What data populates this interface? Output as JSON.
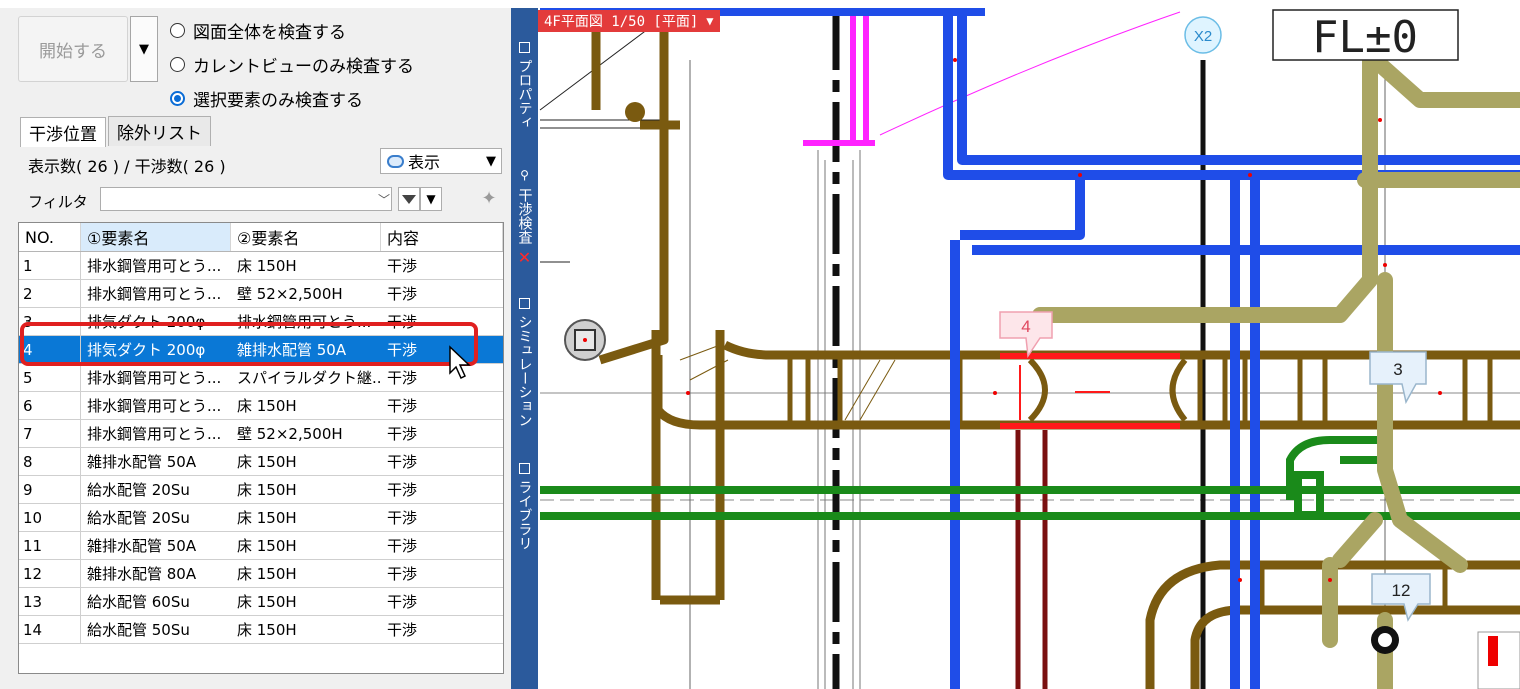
{
  "left_panel": {
    "start_button": "開始する",
    "radio_options": [
      {
        "label": "図面全体を検査する",
        "selected": false
      },
      {
        "label": "カレントビューのみ検査する",
        "selected": false
      },
      {
        "label": "選択要素のみ検査する",
        "selected": true
      }
    ],
    "tabs": [
      "干渉位置",
      "除外リスト"
    ],
    "count_label": "表示数( 26 ) / 干渉数( 26 )",
    "show_select_value": "表示",
    "filter_label": "フィルタ",
    "filter_value": "",
    "table": {
      "headers": [
        "NO.",
        "①要素名",
        "②要素名",
        "内容"
      ],
      "rows": [
        [
          "1",
          "排水鋼管用可とう...",
          "床 150H",
          "干渉"
        ],
        [
          "2",
          "排水鋼管用可とう...",
          "壁 52×2,500H",
          "干渉"
        ],
        [
          "3",
          "排気ダクト 200φ",
          "排水鋼管用可とう...",
          "干渉"
        ],
        [
          "4",
          "排気ダクト 200φ",
          "雑排水配管 50A",
          "干渉"
        ],
        [
          "5",
          "排水鋼管用可とう...",
          "スパイラルダクト継...",
          "干渉"
        ],
        [
          "6",
          "排水鋼管用可とう...",
          "床 150H",
          "干渉"
        ],
        [
          "7",
          "排水鋼管用可とう...",
          "壁 52×2,500H",
          "干渉"
        ],
        [
          "8",
          "雑排水配管 50A",
          "床 150H",
          "干渉"
        ],
        [
          "9",
          "給水配管 20Su",
          "床 150H",
          "干渉"
        ],
        [
          "10",
          "給水配管 20Su",
          "床 150H",
          "干渉"
        ],
        [
          "11",
          "雑排水配管 50A",
          "床 150H",
          "干渉"
        ],
        [
          "12",
          "雑排水配管 80A",
          "床 150H",
          "干渉"
        ],
        [
          "13",
          "給水配管 60Su",
          "床 150H",
          "干渉"
        ],
        [
          "14",
          "給水配管 50Su",
          "床 150H",
          "干渉"
        ]
      ],
      "selected_row": 4
    }
  },
  "side_tabs": [
    "プロパティ",
    "干渉検査",
    "シミュレーション",
    "ライブラリ"
  ],
  "drawing": {
    "view_label": "4F平面図 1/50 [平面]",
    "grid_label": "X2",
    "floor_label": "FL±0",
    "markers": [
      "4",
      "3",
      "12"
    ]
  },
  "colors": {
    "selection_blue": "#0a78d6",
    "highlight_red": "#e02020",
    "strip_blue": "#2b5a9c",
    "duct_brown": "#7a5a10",
    "pipe_blue": "#1f4de8",
    "pipe_green": "#1a8a1a",
    "pipe_olive": "#aaa563",
    "pipe_magenta": "#ff22ff",
    "pipe_darkred": "#7a1010"
  }
}
